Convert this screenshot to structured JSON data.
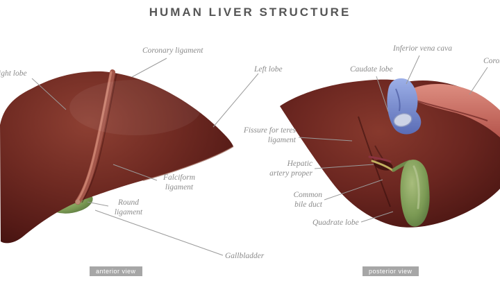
{
  "title": "HUMAN LIVER STRUCTURE",
  "views": {
    "anterior": {
      "caption": "anterior view"
    },
    "posterior": {
      "caption": "posterior view"
    }
  },
  "labels": {
    "right_lobe": "Right lobe",
    "coronary_ligament_left": "Coronary ligament",
    "left_lobe": "Left lobe",
    "caudate_lobe": "Caudate lobe",
    "inferior_vena_cava": "Inferior vena cava",
    "coronary_ligament_right": "Coronary ligament",
    "fissure_for_teres_ligament": "Fissure for teres\nligament",
    "hepatic_artery_proper": "Hepatic\nartery proper",
    "common_bile_duct": "Common\nbile duct",
    "quadrate_lobe": "Quadrate lobe",
    "falciform_ligament": "Falciform\nligament",
    "round_ligament": "Round\nligament",
    "gallbladder": "Gallbladder"
  },
  "colors": {
    "background": "#ffffff",
    "title_color": "#555555",
    "label_color": "#8b8b8b",
    "leader_line_color": "#9b9b9b",
    "badge_bg": "#a6a6a6",
    "badge_text": "#ffffff",
    "liver_color": "#6b2721",
    "gallbladder_color": "#7b9a54",
    "vena_cava_color": "#7286c6",
    "ligament_ridge_color": "#a3564a"
  }
}
